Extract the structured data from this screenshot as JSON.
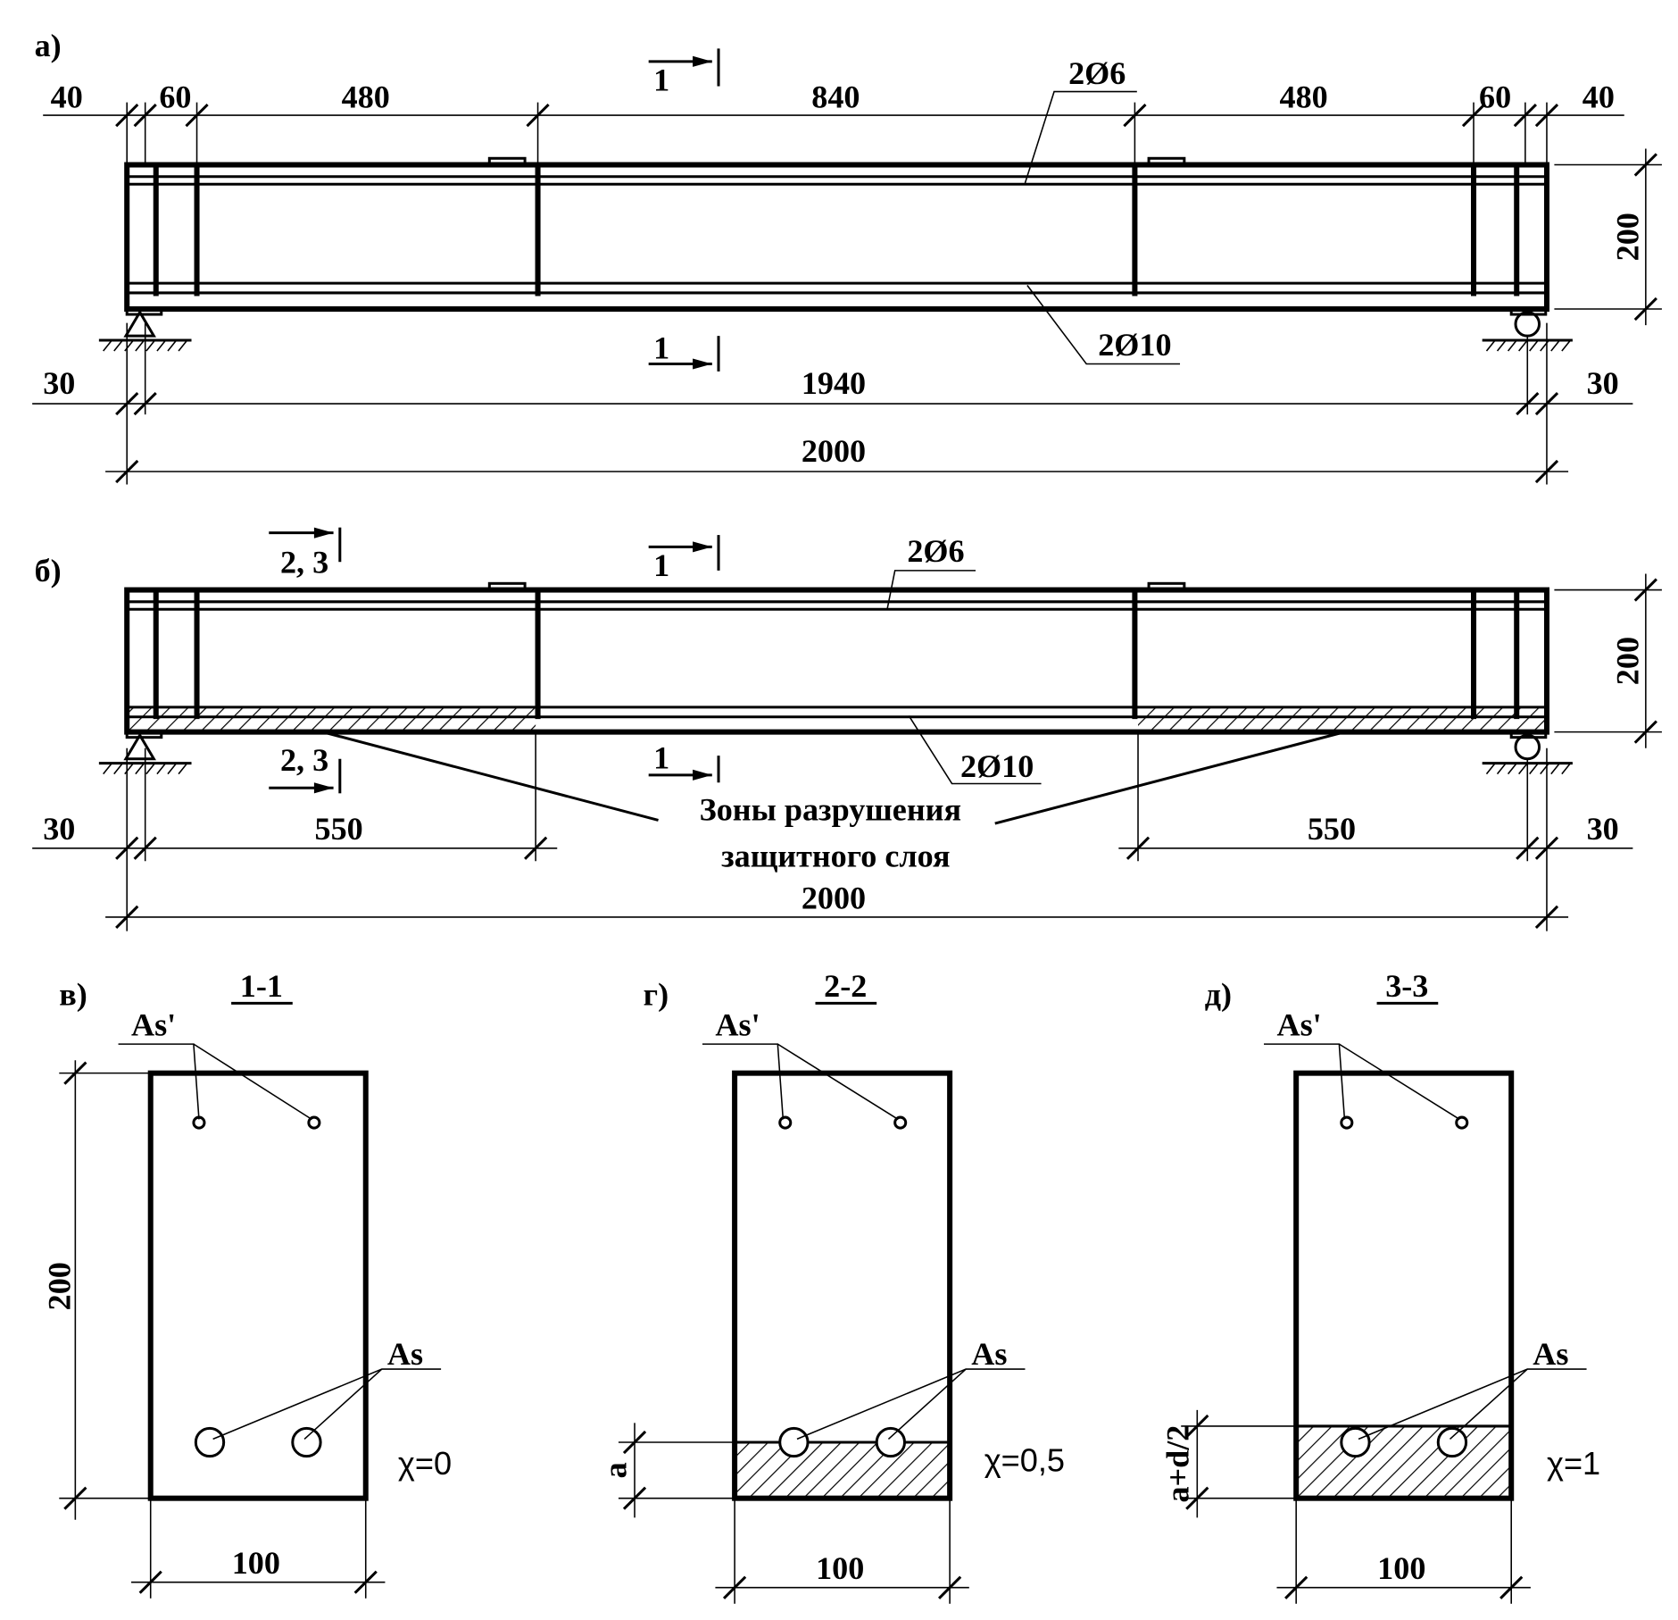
{
  "panel_a": {
    "label": "а)",
    "dims_top": [
      "40",
      "60",
      "480",
      "840",
      "480",
      "60",
      "40"
    ],
    "height": "200",
    "section_top": "1",
    "section_bottom": "1",
    "top_bars": "2Ø6",
    "bottom_bars": "2Ø10",
    "dim_30_left": "30",
    "dim_1940": "1940",
    "dim_30_right": "30",
    "dim_2000": "2000"
  },
  "panel_b": {
    "label": "б)",
    "section_23_top": "2, 3",
    "section_23_bottom": "2, 3",
    "section_top": "1",
    "section_bottom": "1",
    "top_bars": "2Ø6",
    "bottom_bars": "2Ø10",
    "height": "200",
    "zones_line1": "Зоны разрушения",
    "zones_line2": "защитного слоя",
    "dim_30_left": "30",
    "dim_550_left": "550",
    "dim_550_right": "550",
    "dim_30_right": "30",
    "dim_2000": "2000"
  },
  "sections": [
    {
      "label": "в)",
      "title": "1-1",
      "as_top": "As'",
      "as_bottom": "As",
      "chi": "χ=0",
      "width": "100",
      "height": "200"
    },
    {
      "label": "г)",
      "title": "2-2",
      "as_top": "As'",
      "as_bottom": "As",
      "chi": "χ=0,5",
      "width": "100",
      "dim": "a"
    },
    {
      "label": "д)",
      "title": "3-3",
      "as_top": "As'",
      "as_bottom": "As",
      "chi": "χ=1",
      "width": "100",
      "dim": "a+d/2"
    }
  ]
}
